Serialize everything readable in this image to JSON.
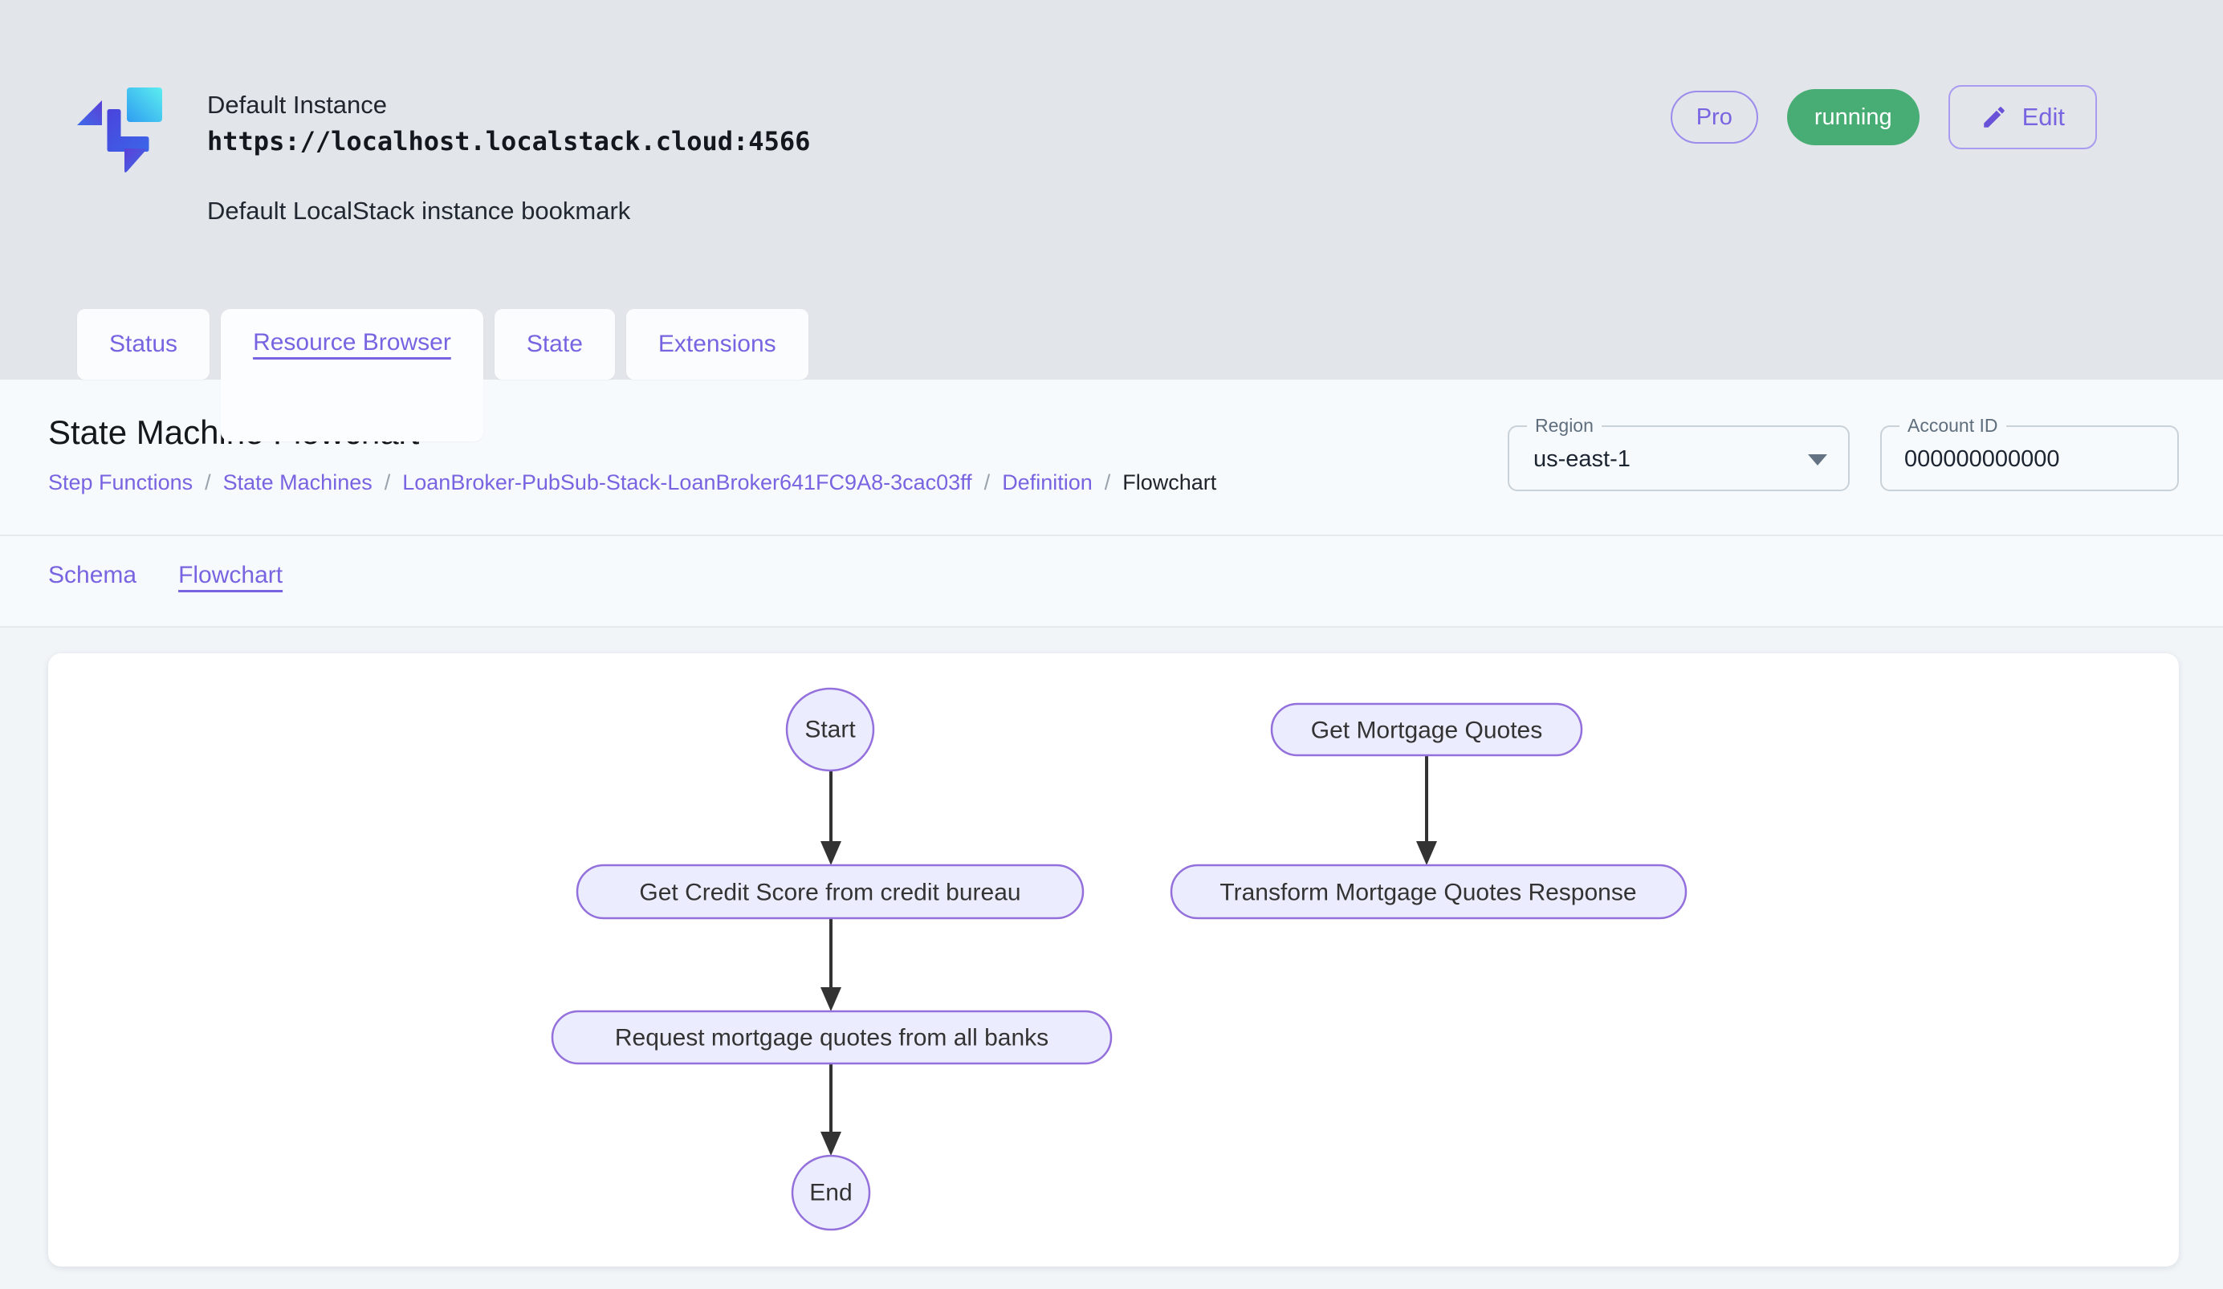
{
  "accent_color": "#7864e1",
  "header": {
    "instance_name": "Default Instance",
    "instance_url": "https://localhost.localstack.cloud:4566",
    "instance_description": "Default LocalStack instance bookmark",
    "pro_badge": "Pro",
    "status_badge": "running",
    "status_color": "#48ad74",
    "edit_button": "Edit"
  },
  "tabs": [
    {
      "label": "Status",
      "active": false
    },
    {
      "label": "Resource Browser",
      "active": true
    },
    {
      "label": "State",
      "active": false
    },
    {
      "label": "Extensions",
      "active": false
    }
  ],
  "page": {
    "title": "State Machine Flowchart",
    "separator": "/",
    "breadcrumbs": [
      "Step Functions",
      "State Machines",
      "LoanBroker-PubSub-Stack-LoanBroker641FC9A8-3cac03ff",
      "Definition",
      "Flowchart"
    ],
    "region_field": {
      "label": "Region",
      "value": "us-east-1"
    },
    "account_field": {
      "label": "Account ID",
      "value": "000000000000"
    }
  },
  "subtabs": [
    {
      "label": "Schema",
      "active": false
    },
    {
      "label": "Flowchart",
      "active": true
    }
  ],
  "flowchart": {
    "node_fill": "#ECECFF",
    "node_border": "#9370DB",
    "arrow_color": "#333333",
    "nodes": {
      "start": "Start",
      "credit": "Get Credit Score from credit bureau",
      "request": "Request mortgage quotes from all banks",
      "end": "End",
      "get_quotes": "Get Mortgage Quotes",
      "transform": "Transform Mortgage Quotes Response"
    },
    "edges": [
      [
        "start",
        "credit"
      ],
      [
        "credit",
        "request"
      ],
      [
        "request",
        "end"
      ],
      [
        "get_quotes",
        "transform"
      ]
    ]
  }
}
